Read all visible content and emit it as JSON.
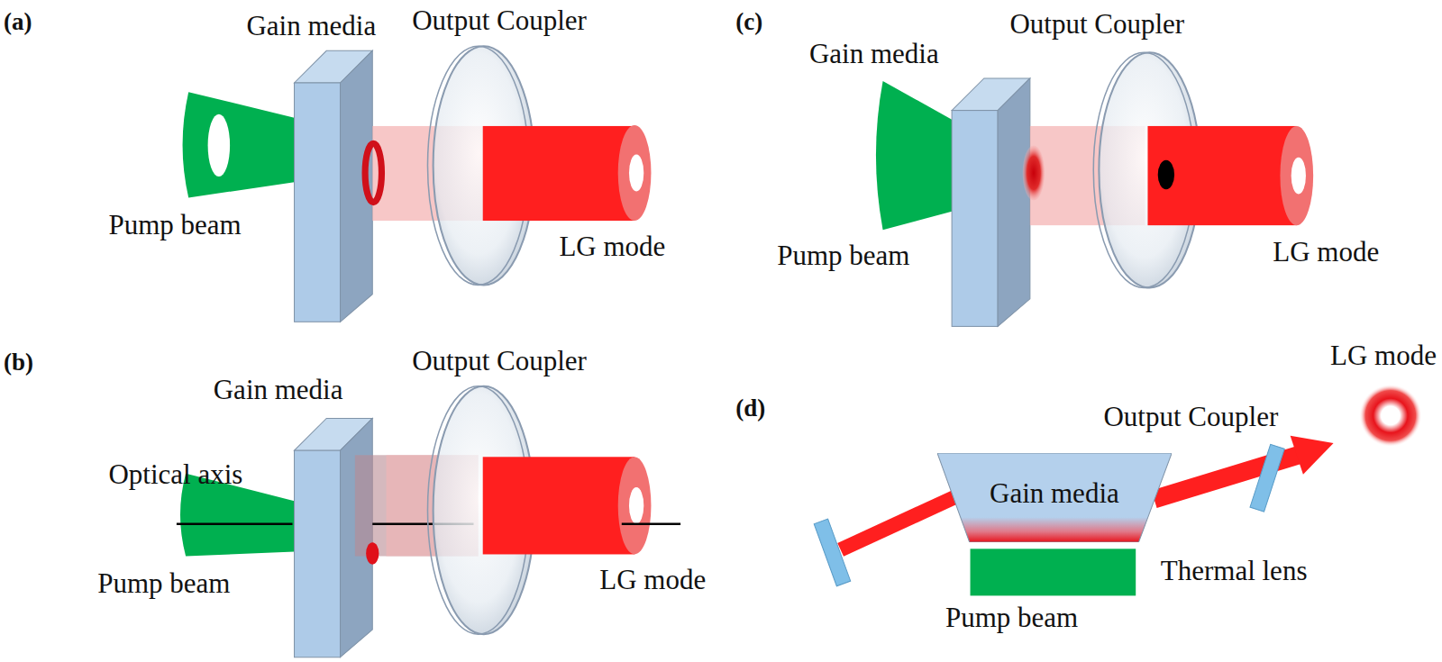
{
  "diagram": {
    "nodes": [
      {
        "text": [
          "Gain media"
        ]
      }
    ],
    "labels": [
      "(a)",
      "Gain media",
      "Output Coupler",
      "Pump beam",
      "LG mode",
      "(c)",
      "Gain media",
      "Output Coupler",
      "Pump beam",
      "LG mode",
      "(b)",
      "Output Coupler",
      "Gain media",
      "Optical axis",
      "Pump beam",
      "LG mode",
      "(d)",
      "LG mode",
      "Output Coupler",
      "Thermal lens",
      "Pump beam"
    ]
  }
}
